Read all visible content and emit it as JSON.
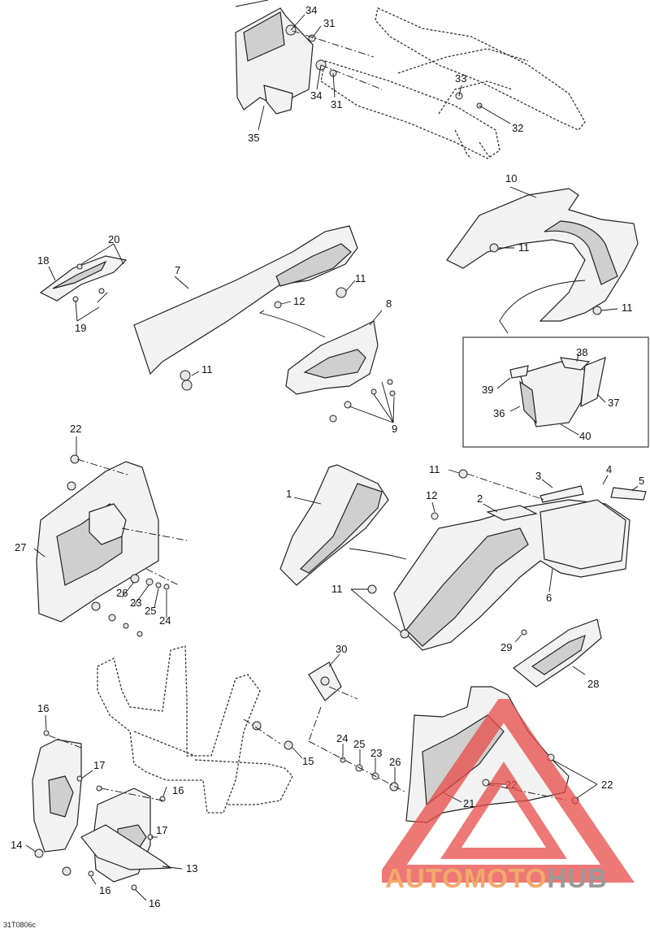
{
  "diagram": {
    "code": "31T0806c",
    "callouts": [
      {
        "id": "c34a",
        "text": "34"
      },
      {
        "id": "c31a",
        "text": "31"
      },
      {
        "id": "c33",
        "text": "33"
      },
      {
        "id": "c34b",
        "text": "34"
      },
      {
        "id": "c31b",
        "text": "31"
      },
      {
        "id": "c32",
        "text": "32"
      },
      {
        "id": "c35",
        "text": "35"
      },
      {
        "id": "c10",
        "text": "10"
      },
      {
        "id": "c20",
        "text": "20"
      },
      {
        "id": "c18",
        "text": "18"
      },
      {
        "id": "c7",
        "text": "7"
      },
      {
        "id": "c19",
        "text": "19"
      },
      {
        "id": "c11a",
        "text": "11"
      },
      {
        "id": "c12a",
        "text": "12"
      },
      {
        "id": "c8",
        "text": "8"
      },
      {
        "id": "c11b",
        "text": "11"
      },
      {
        "id": "c11c",
        "text": "11"
      },
      {
        "id": "c11d",
        "text": "11"
      },
      {
        "id": "c9",
        "text": "9"
      },
      {
        "id": "c38",
        "text": "38"
      },
      {
        "id": "c39",
        "text": "39"
      },
      {
        "id": "c37",
        "text": "37"
      },
      {
        "id": "c36",
        "text": "36"
      },
      {
        "id": "c40",
        "text": "40"
      },
      {
        "id": "c22a",
        "text": "22"
      },
      {
        "id": "c11e",
        "text": "11"
      },
      {
        "id": "c3",
        "text": "3"
      },
      {
        "id": "c4",
        "text": "4"
      },
      {
        "id": "c5",
        "text": "5"
      },
      {
        "id": "c1",
        "text": "1"
      },
      {
        "id": "c12b",
        "text": "12"
      },
      {
        "id": "c2",
        "text": "2"
      },
      {
        "id": "c27",
        "text": "27"
      },
      {
        "id": "c26a",
        "text": "26"
      },
      {
        "id": "c23a",
        "text": "23"
      },
      {
        "id": "c25a",
        "text": "25"
      },
      {
        "id": "c24a",
        "text": "24"
      },
      {
        "id": "c11f",
        "text": "11"
      },
      {
        "id": "c6",
        "text": "6"
      },
      {
        "id": "c29",
        "text": "29"
      },
      {
        "id": "c28",
        "text": "28"
      },
      {
        "id": "c30",
        "text": "30"
      },
      {
        "id": "c16a",
        "text": "16"
      },
      {
        "id": "c17a",
        "text": "17"
      },
      {
        "id": "c15",
        "text": "15"
      },
      {
        "id": "c24b",
        "text": "24"
      },
      {
        "id": "c25b",
        "text": "25"
      },
      {
        "id": "c23b",
        "text": "23"
      },
      {
        "id": "c26b",
        "text": "26"
      },
      {
        "id": "c22b",
        "text": "22"
      },
      {
        "id": "c22c",
        "text": "22"
      },
      {
        "id": "c16b",
        "text": "16"
      },
      {
        "id": "c14",
        "text": "14"
      },
      {
        "id": "c17b",
        "text": "17"
      },
      {
        "id": "c21",
        "text": "21"
      },
      {
        "id": "c13",
        "text": "13"
      },
      {
        "id": "c16c",
        "text": "16"
      },
      {
        "id": "c16d",
        "text": "16"
      }
    ]
  },
  "watermark": {
    "text_part1": "AUTOMOTO",
    "text_part2": "HUB",
    "icon": "triangle-logo-icon",
    "colors": {
      "triangle": "#e84b47",
      "text_primary": "#f3a96a",
      "text_secondary": "#9a9a9a"
    }
  }
}
